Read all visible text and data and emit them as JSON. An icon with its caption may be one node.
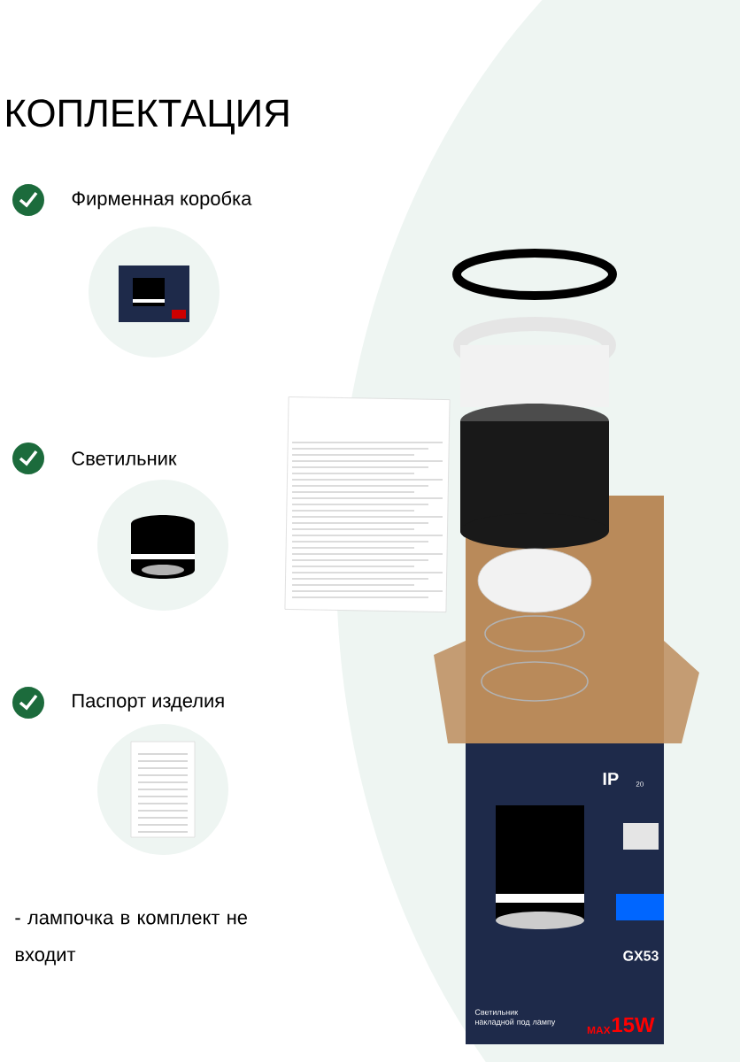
{
  "diagram": {
    "title": "КОПЛЕКТАЦИЯ",
    "labels": [
      "Фирменная коробка",
      "Светильник",
      "Паспорт изделия",
      "IP",
      "20",
      "GX53",
      "Светильник накладной под лампу",
      "MAX",
      "15W",
      "- лампочка в комплект не входит"
    ]
  }
}
